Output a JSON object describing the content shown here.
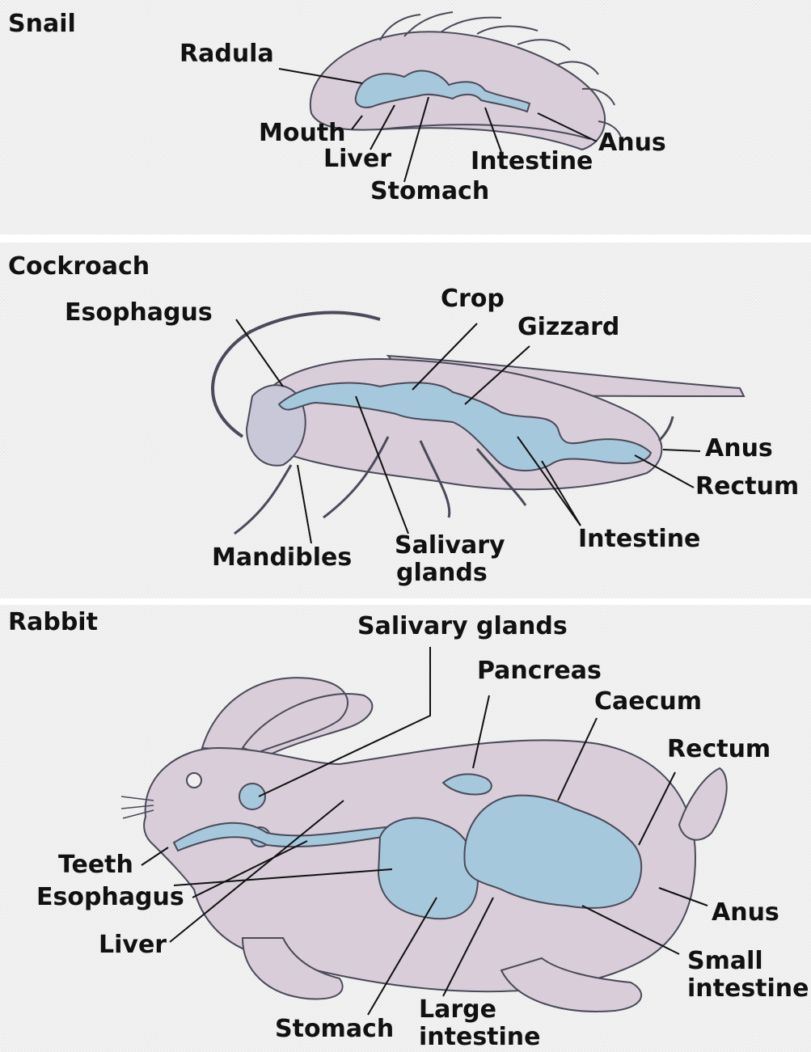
{
  "colors": {
    "body": "#d8cdd8",
    "organ": "#a6c8dc",
    "outline": "#4a4a5a",
    "line": "#111111",
    "background": "#f4f4f4"
  },
  "snail": {
    "title": "Snail",
    "labels": {
      "radula": "Radula",
      "mouth": "Mouth",
      "liver": "Liver",
      "stomach": "Stomach",
      "intestine": "Intestine",
      "anus": "Anus"
    }
  },
  "cockroach": {
    "title": "Cockroach",
    "labels": {
      "esophagus": "Esophagus",
      "crop": "Crop",
      "gizzard": "Gizzard",
      "anus": "Anus",
      "rectum": "Rectum",
      "intestine": "Intestine",
      "salivary_line1": "Salivary",
      "salivary_line2": "glands",
      "mandibles": "Mandibles"
    }
  },
  "rabbit": {
    "title": "Rabbit",
    "labels": {
      "salivary_glands": "Salivary glands",
      "pancreas": "Pancreas",
      "caecum": "Caecum",
      "rectum": "Rectum",
      "teeth": "Teeth",
      "esophagus": "Esophagus",
      "liver": "Liver",
      "anus": "Anus",
      "small_line1": "Small",
      "small_line2": "intestine",
      "stomach": "Stomach",
      "large_line1": "Large",
      "large_line2": "intestine"
    }
  }
}
